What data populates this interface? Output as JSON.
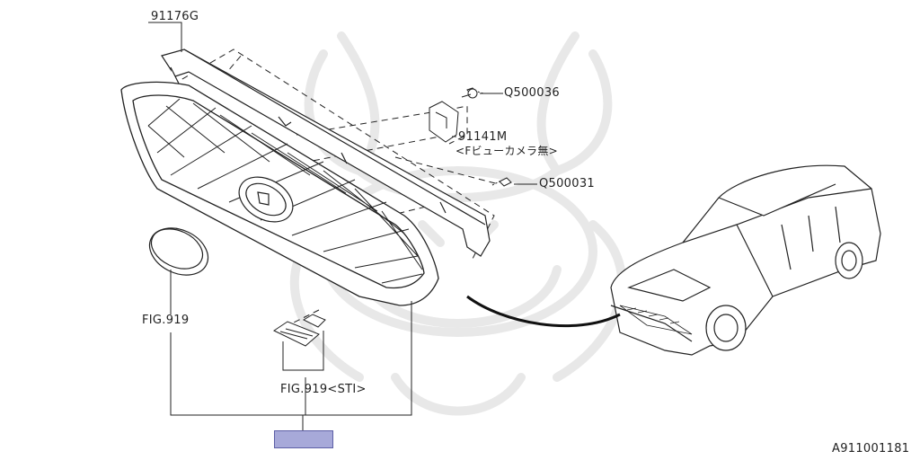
{
  "labels": {
    "part_91176g": "91176G",
    "part_q500036": "Q500036",
    "part_91141m": "91141M",
    "part_91141m_note": "<Fビューカメラ無>",
    "part_q500031": "Q500031",
    "ref_fig919": "FIG.919",
    "ref_fig919_sti": "FIG.919<STI>",
    "diagram_id": "A911001181"
  },
  "colors": {
    "line": "#222222",
    "watermark": "#e9e9e9",
    "hotspot_fill": "#a7a9d9",
    "hotspot_border": "#5d5fa6"
  }
}
